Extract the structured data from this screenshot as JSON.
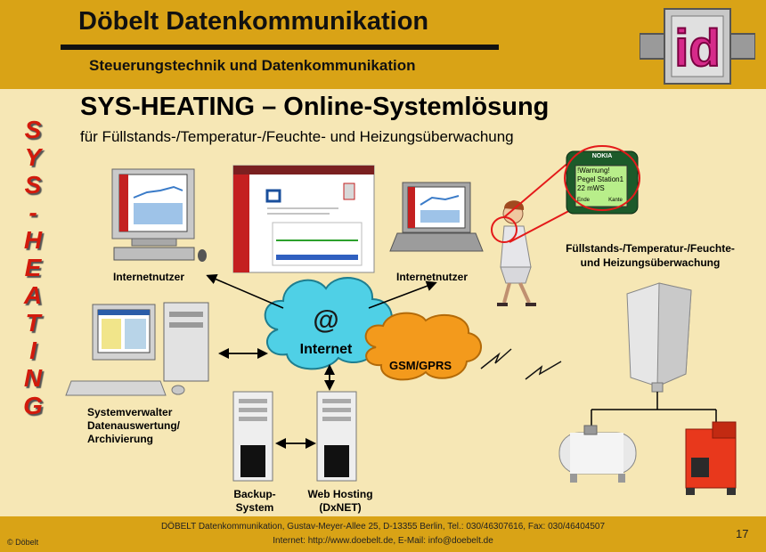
{
  "header": {
    "company": "Döbelt Datenkommunikation",
    "tagline": "Steuerungstechnik und Datenkommunikation",
    "logo_text": "id"
  },
  "side_title": [
    "S",
    "Y",
    "S",
    "-",
    "H",
    "E",
    "A",
    "T",
    "I",
    "N",
    "G"
  ],
  "main_title": "SYS-HEATING – Online-Systemlösung",
  "subtitle": "für Füllstands-/Temperatur-/Feuchte- und Heizungsüberwachung",
  "labels": {
    "internetnutzer_left": "Internetnutzer",
    "internetnutzer_right": "Internetnutzer",
    "internet": "Internet",
    "at_symbol": "@",
    "gsm": "GSM/GPRS",
    "monitoring_line1": "Füllstands-/Temperatur-/Feuchte-",
    "monitoring_line2": "und Heizungsüberwachung",
    "sysadmin_line1": "Systemverwalter",
    "sysadmin_line2": "Datenauswertung/",
    "sysadmin_line3": "Archivierung",
    "backup_line1": "Backup-",
    "backup_line2": "System",
    "hosting_line1": "Web Hosting",
    "hosting_line2": "(DxNET)"
  },
  "phone": {
    "brand": "NOKIA",
    "line1": "!Warnung!",
    "line2": "Pegel Station1",
    "line3": "22 mWS",
    "softkey_left": "Ende",
    "softkey_right": "Kante"
  },
  "footer": {
    "address": "DÖBELT Datenkommunikation, Gustav-Meyer-Allee 25, D-13355 Berlin, Tel.: 030/46307616, Fax: 030/46404507",
    "contact": "Internet: http://www.doebelt.de, E-Mail: info@doebelt.de",
    "copyright": "© Döbelt",
    "page_number": "17"
  },
  "colors": {
    "background": "#f6e7b5",
    "header": "#d9a316",
    "side_title": "#d21a0c",
    "cloud": "#4fd0e6",
    "gsm": "#f39a1c"
  }
}
